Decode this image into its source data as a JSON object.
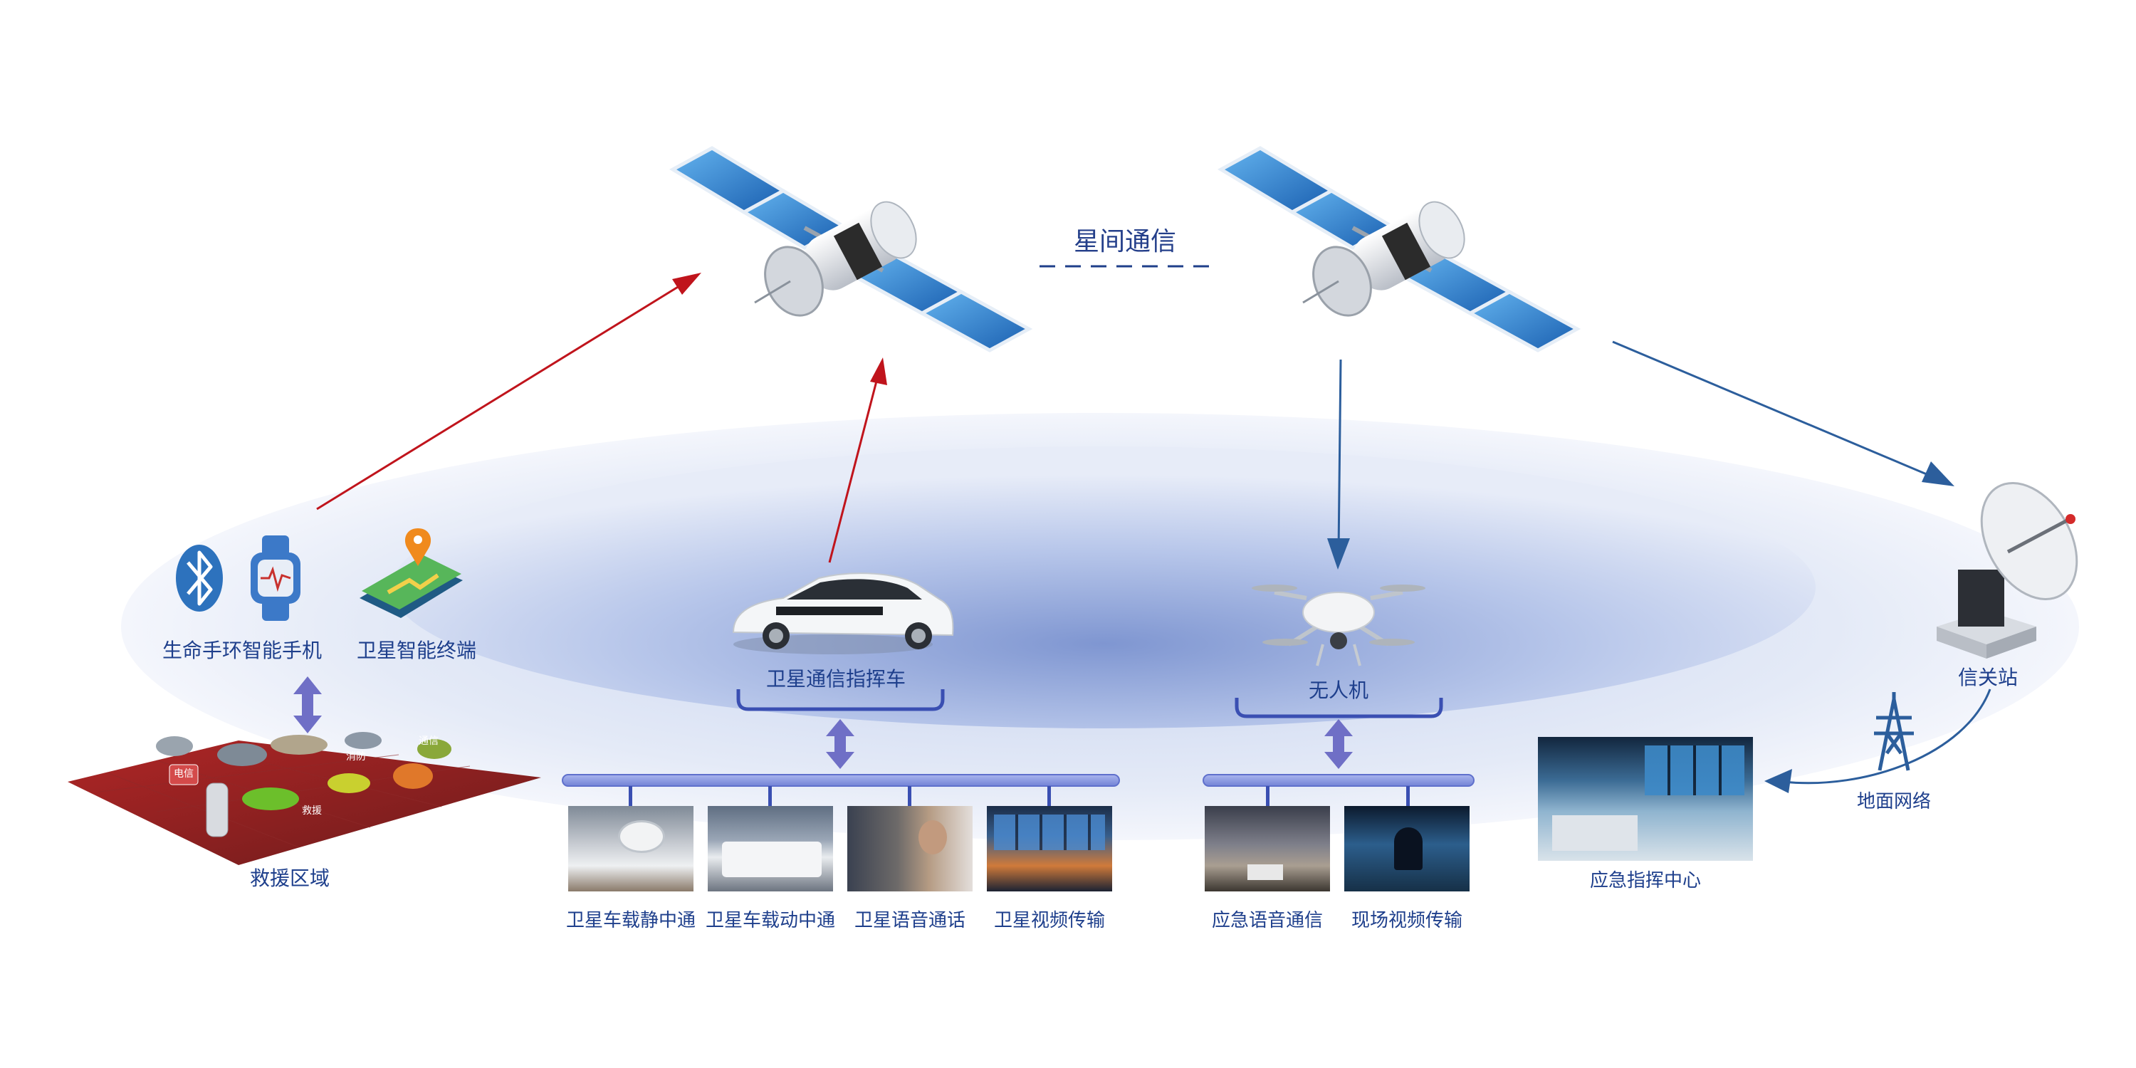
{
  "title": "星间通信",
  "nodes": {
    "life_bracelet_phone": "生命手环智能手机",
    "satellite_terminal": "卫星智能终端",
    "rescue_area": "救援区域",
    "command_vehicle": "卫星通信指挥车",
    "drone": "无人机",
    "gateway_station": "信关站",
    "ground_network": "地面网络",
    "emergency_center": "应急指挥中心"
  },
  "vehicle_services": [
    "卫星车载静中通",
    "卫星车载动中通",
    "卫星语音通话",
    "卫星视频传输"
  ],
  "drone_services": [
    "应急语音通信",
    "现场视频传输"
  ],
  "rescue_tags": [
    "电信",
    "消防",
    "救援",
    "通信"
  ],
  "colors": {
    "label": "#1e3f8c",
    "uplink": "#c0141c",
    "downlink": "#2c5e9c",
    "bus": "#8c9be0",
    "solar_panel": "#1f79c8"
  },
  "icons": [
    "bluetooth-icon",
    "smartwatch-icon",
    "map-pin-icon",
    "drone-icon",
    "car-icon",
    "dish-icon",
    "tower-icon"
  ]
}
